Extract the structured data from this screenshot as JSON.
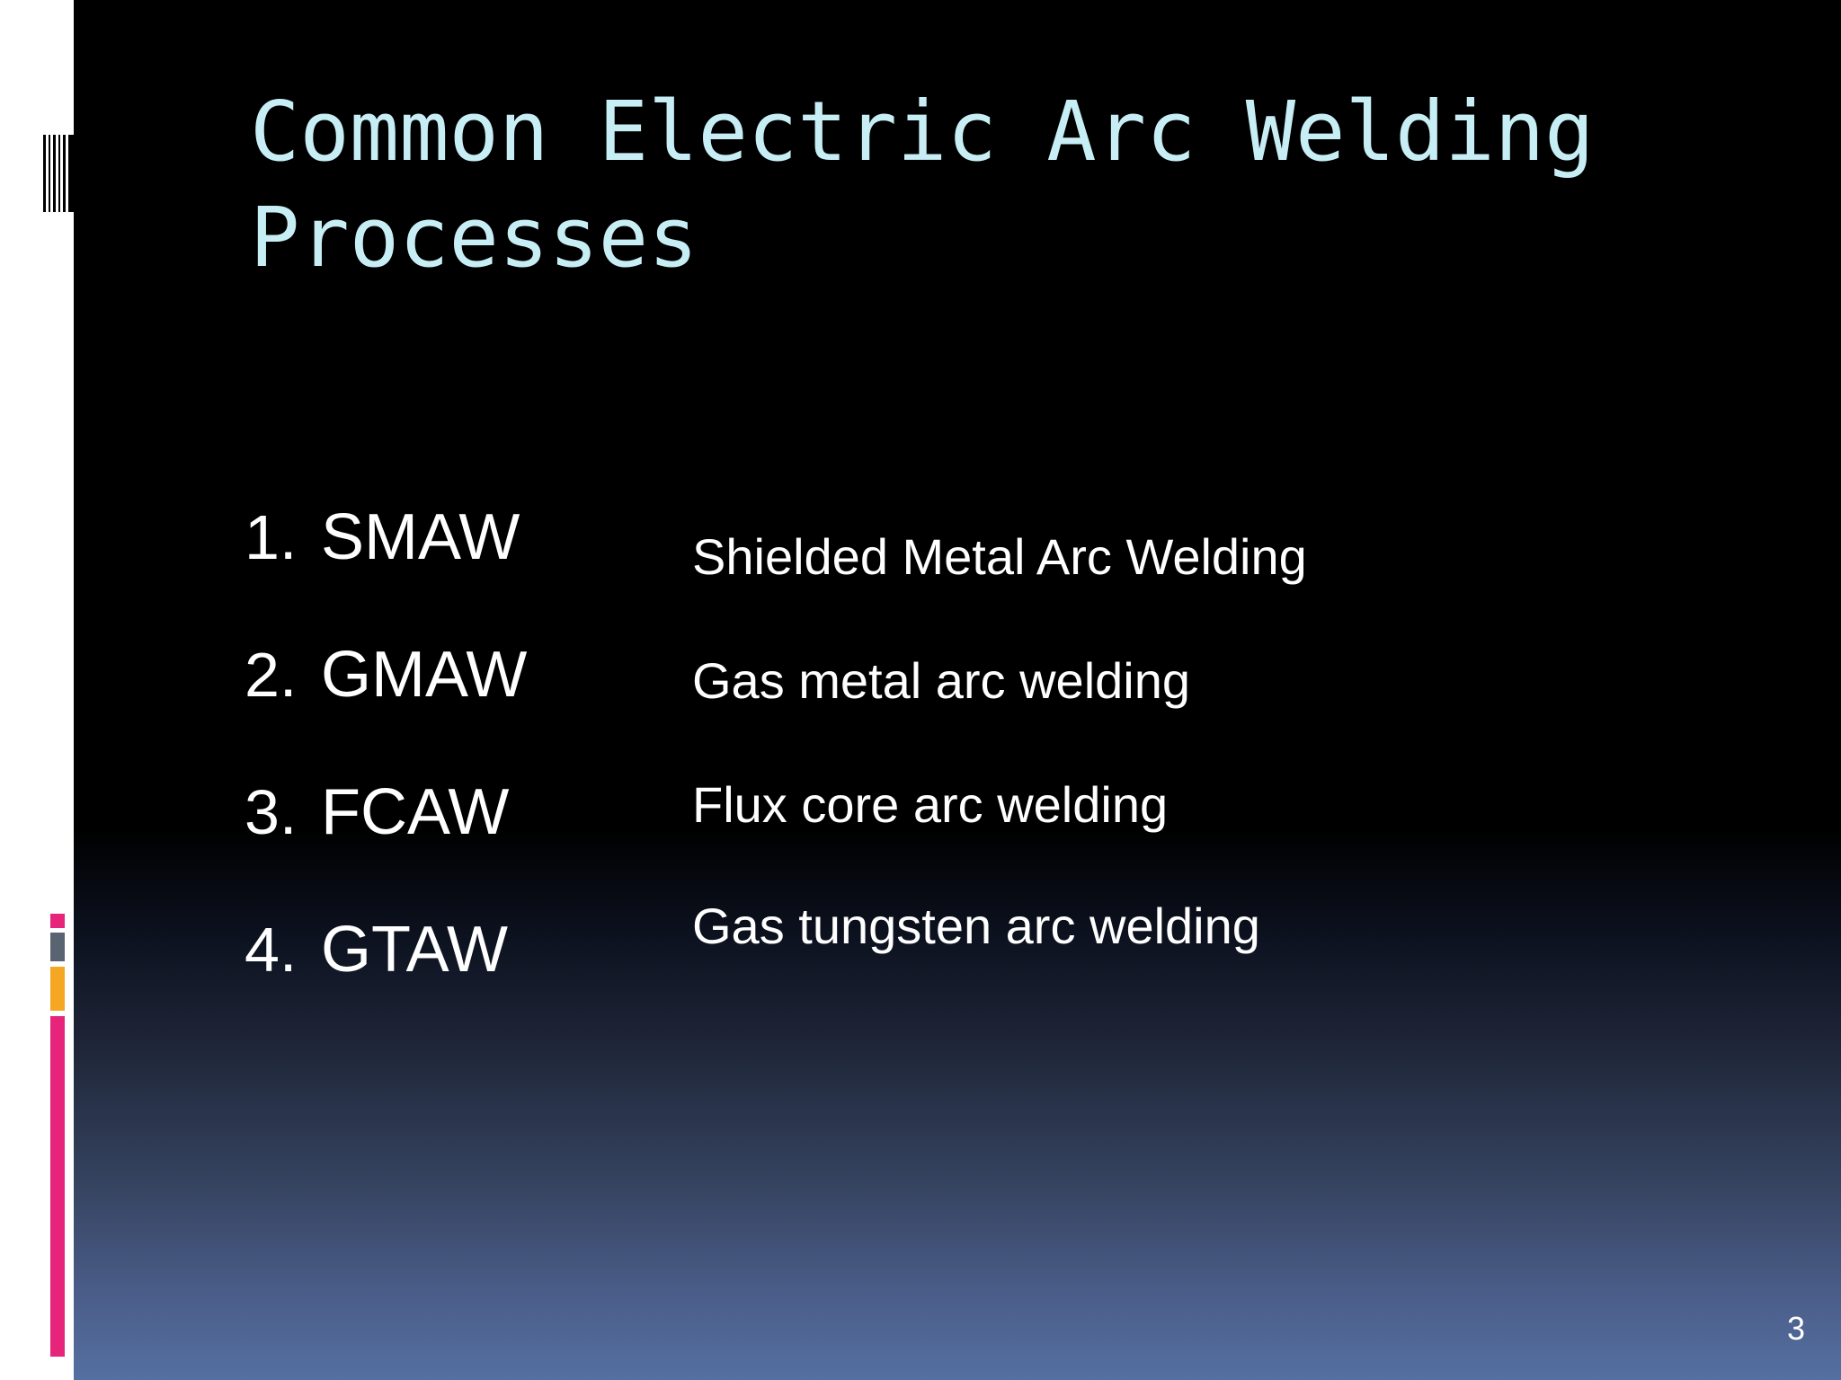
{
  "slide": {
    "title": "Common Electric Arc Welding Processes",
    "items": [
      {
        "number": "1.",
        "abbr": "SMAW",
        "description": "Shielded Metal Arc Welding"
      },
      {
        "number": "2.",
        "abbr": "GMAW",
        "description": "Gas metal arc welding"
      },
      {
        "number": "3.",
        "abbr": "FCAW",
        "description": "Flux core arc welding"
      },
      {
        "number": "4.",
        "abbr": "GTAW",
        "description": "Gas tungsten arc welding"
      }
    ],
    "page_number": "3"
  },
  "colors": {
    "title": "#c8eef5",
    "text": "#ffffff",
    "accent_magenta": "#e6247a",
    "accent_orange": "#f5a623",
    "accent_gray": "#5a6372",
    "gradient_bottom": "#5470a0"
  }
}
